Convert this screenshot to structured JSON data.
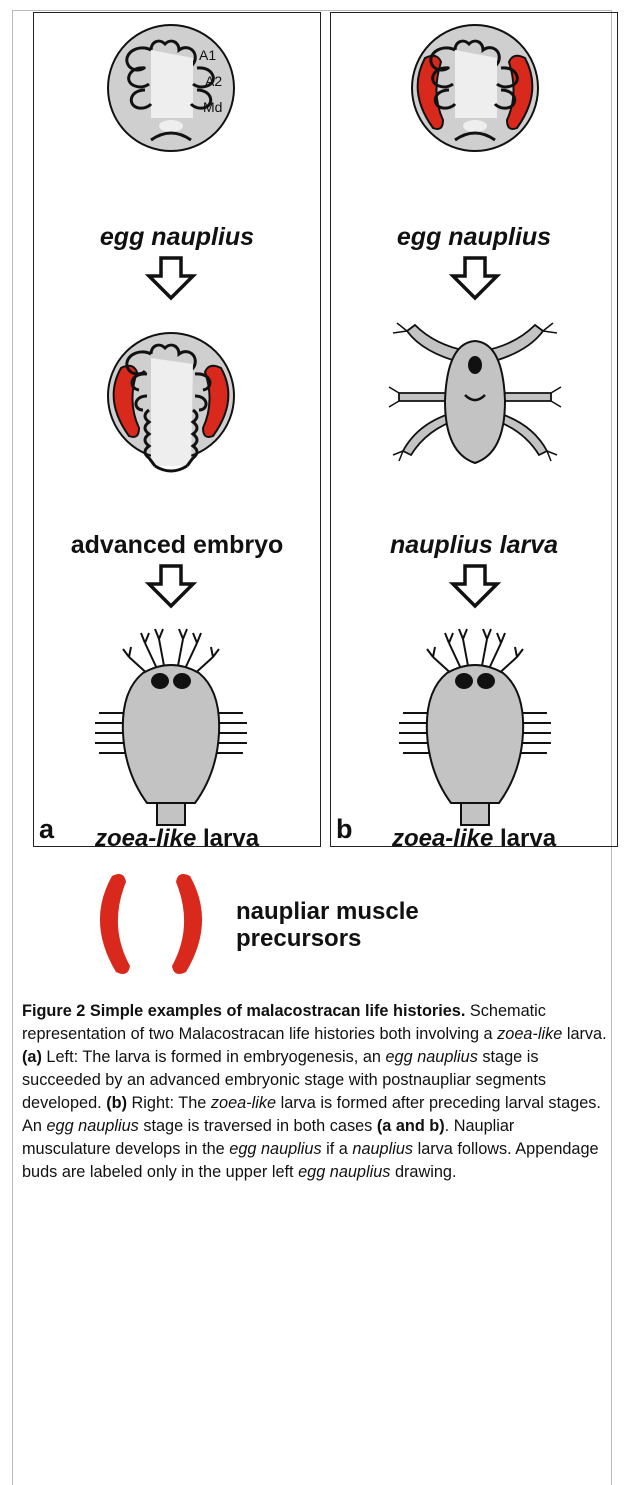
{
  "figure": {
    "legend_text_line1": "naupliar muscle",
    "legend_text_line2": "precursors",
    "muscle_color": "#d9291c"
  },
  "panel_a": {
    "letter": "a",
    "stage1_label": "egg nauplius",
    "stage2_label": "advanced embryo",
    "stage3_label_italic": "zoea-like",
    "stage3_label_rest": " larva",
    "appendage_labels": [
      "A1",
      "A2",
      "Md"
    ]
  },
  "panel_b": {
    "letter": "b",
    "stage1_label": "egg nauplius",
    "stage2_label": "nauplius larva",
    "stage3_label_italic": "zoea-like",
    "stage3_label_rest": " larva"
  },
  "caption": {
    "title": "Figure 2 Simple examples of malacostracan life histories.",
    "s1": " Schematic representation of two Malacostracan life histories both involving a ",
    "s1_i": "zoea-like",
    "s1_end": " larva. ",
    "a_tag": "(a)",
    "s2": " Left: The larva is formed in embryogenesis, an ",
    "s2_i": "egg nauplius",
    "s2_end": " stage is succeeded by an advanced embryonic stage with postnaupliar segments developed. ",
    "b_tag": "(b)",
    "s3": " Right: The ",
    "s3_i": "zoea-like",
    "s3_mid": " larva is formed after preceding larval stages. An ",
    "s3_i2": "egg nauplius",
    "s3_mid2": " stage is traversed in both cases ",
    "ab_tag": "(a and b)",
    "s3_end": ". Naupliar musculature develops in the ",
    "s4_i": "egg nauplius",
    "s4": " if a ",
    "s4_i2": "nauplius",
    "s4_mid": " larva follows. Appendage buds are labeled only in the upper left ",
    "s4_i3": "egg nauplius",
    "s4_end": " drawing."
  }
}
